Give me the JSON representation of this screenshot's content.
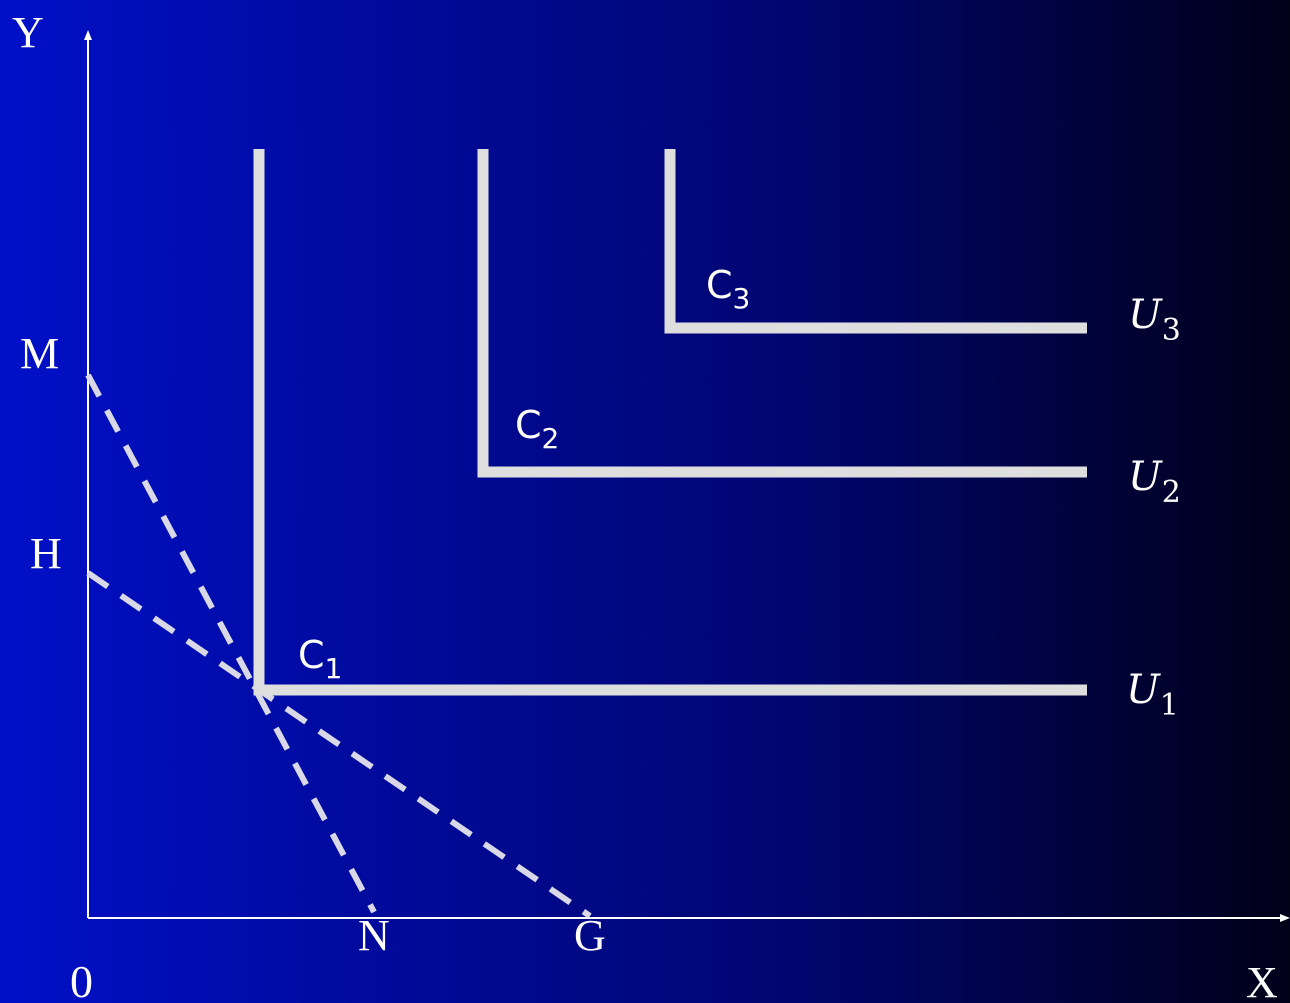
{
  "axes": {
    "y_label": "Y",
    "x_label": "X",
    "origin_label": "0"
  },
  "intercepts": {
    "m": "M",
    "h": "H",
    "n": "N",
    "g": "G"
  },
  "corners": [
    {
      "base": "C",
      "sub": "1"
    },
    {
      "base": "C",
      "sub": "2"
    },
    {
      "base": "C",
      "sub": "3"
    }
  ],
  "curves": [
    {
      "base": "U",
      "sub": "1"
    },
    {
      "base": "U",
      "sub": "2"
    },
    {
      "base": "U",
      "sub": "3"
    }
  ],
  "colors": {
    "axis": "#ffffff",
    "curve": "#dedede",
    "budget_line": "#d8d8e8"
  }
}
